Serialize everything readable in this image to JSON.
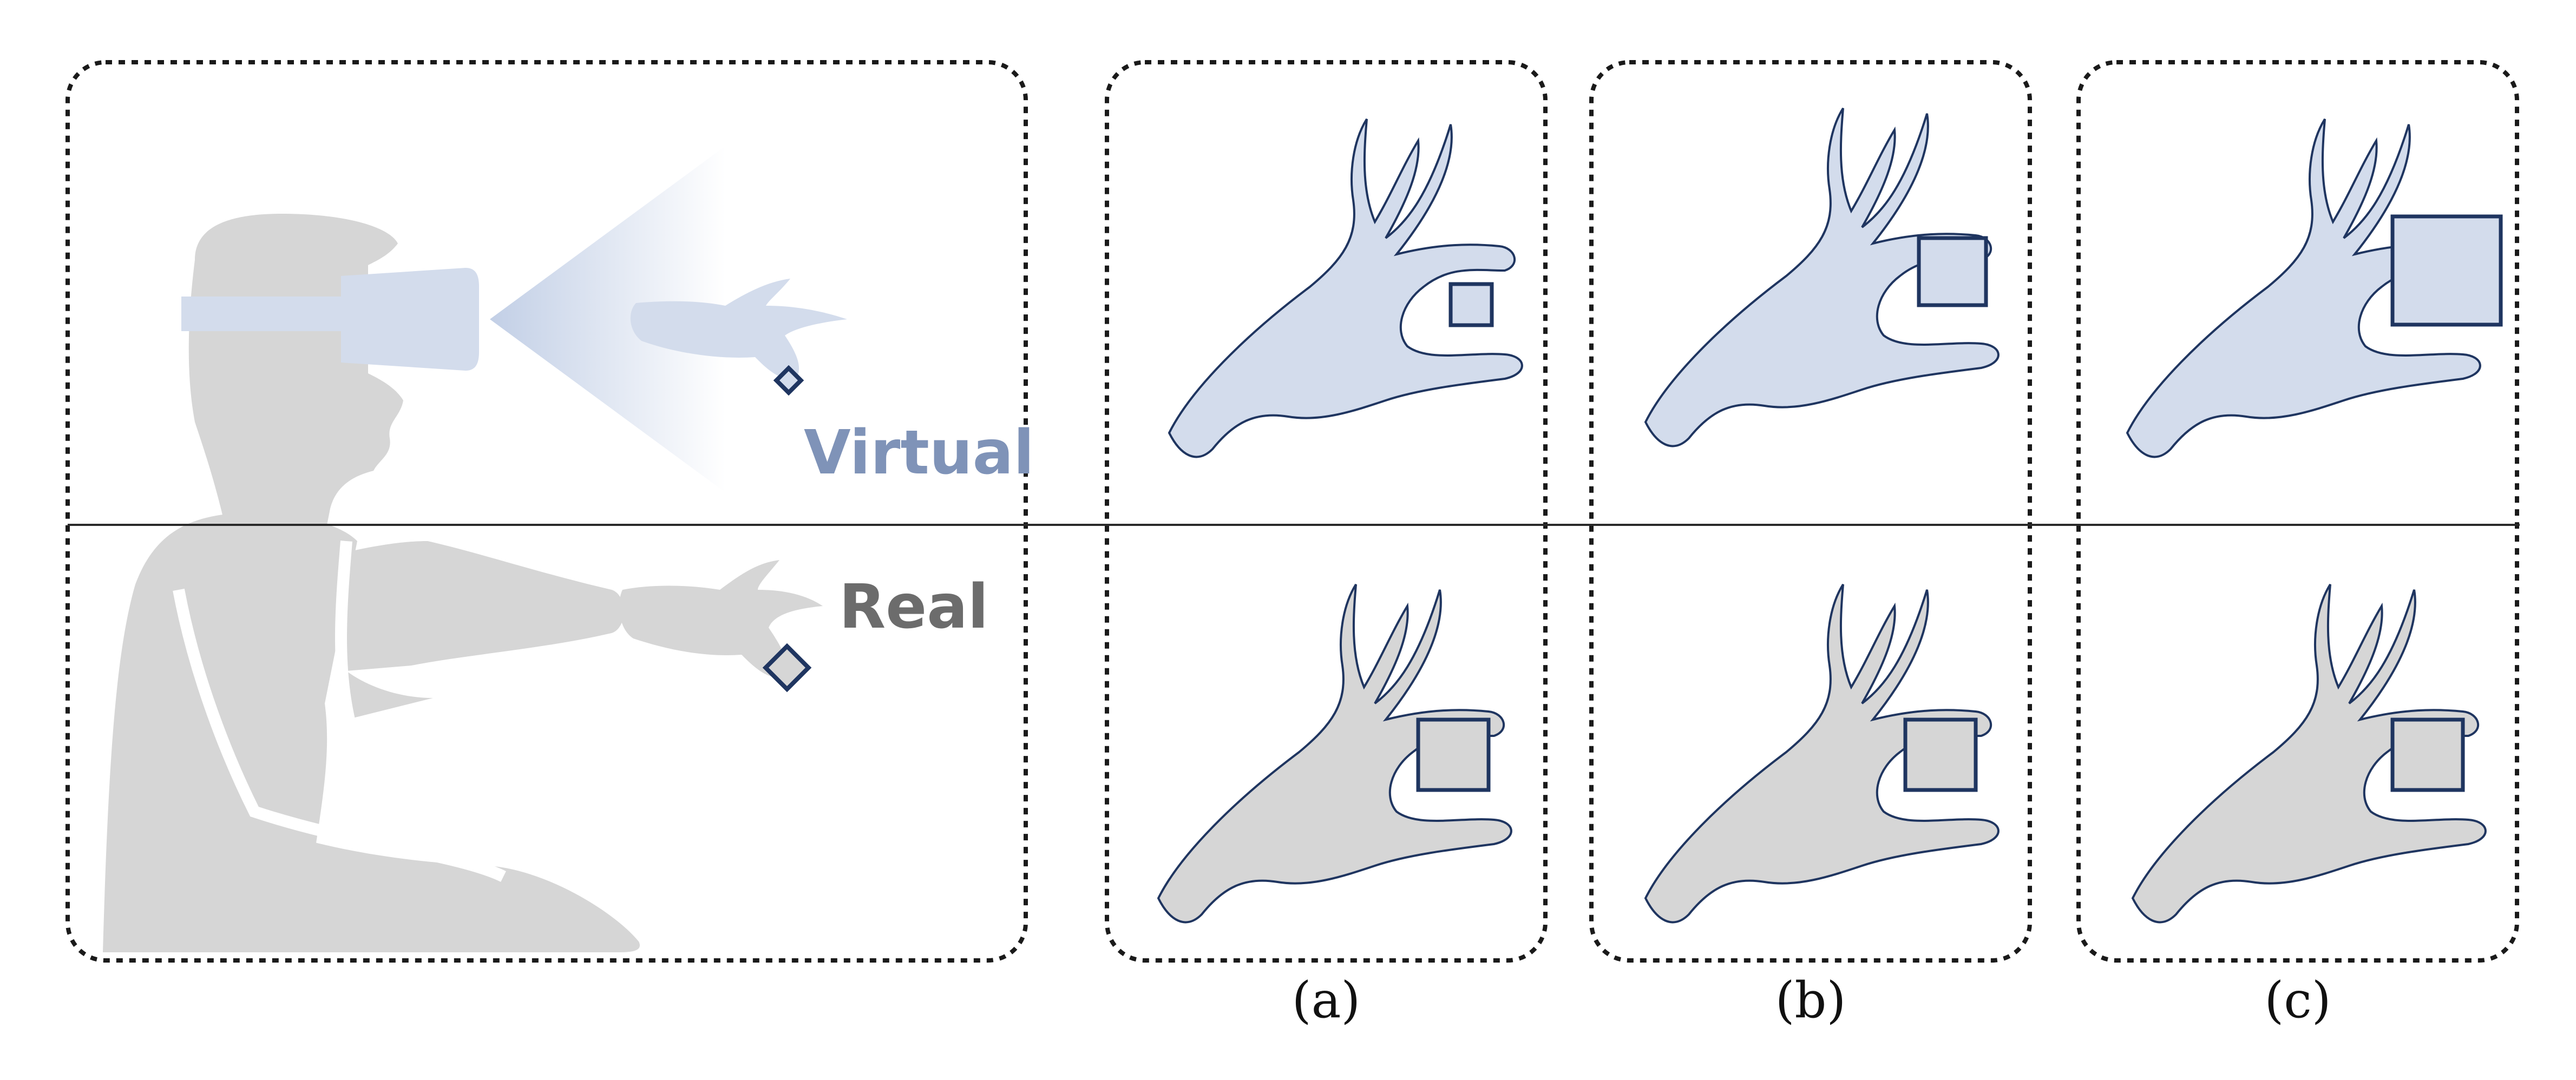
{
  "labels": {
    "virtual": "Virtual",
    "real": "Real",
    "panel_a": "(a)",
    "panel_b": "(b)",
    "panel_c": "(c)"
  },
  "colors": {
    "virtual_fill": "#d3dcec",
    "virtual_text": "#7f93b8",
    "real_fill": "#d6d6d6",
    "real_text": "#6c6c6c",
    "outline": "#1f3560",
    "divider": "#2a2a2a",
    "frame": "#1a1a1a"
  },
  "panels": [
    {
      "label": "(a)",
      "virtual_cube_relative_size": "small",
      "real_cube_relative_size": "medium"
    },
    {
      "label": "(b)",
      "virtual_cube_relative_size": "medium",
      "real_cube_relative_size": "medium"
    },
    {
      "label": "(c)",
      "virtual_cube_relative_size": "large",
      "real_cube_relative_size": "medium"
    }
  ],
  "icons": [
    "vr-headset-person-silhouette",
    "view-cone",
    "pinch-hand-icon",
    "cube-icon"
  ]
}
